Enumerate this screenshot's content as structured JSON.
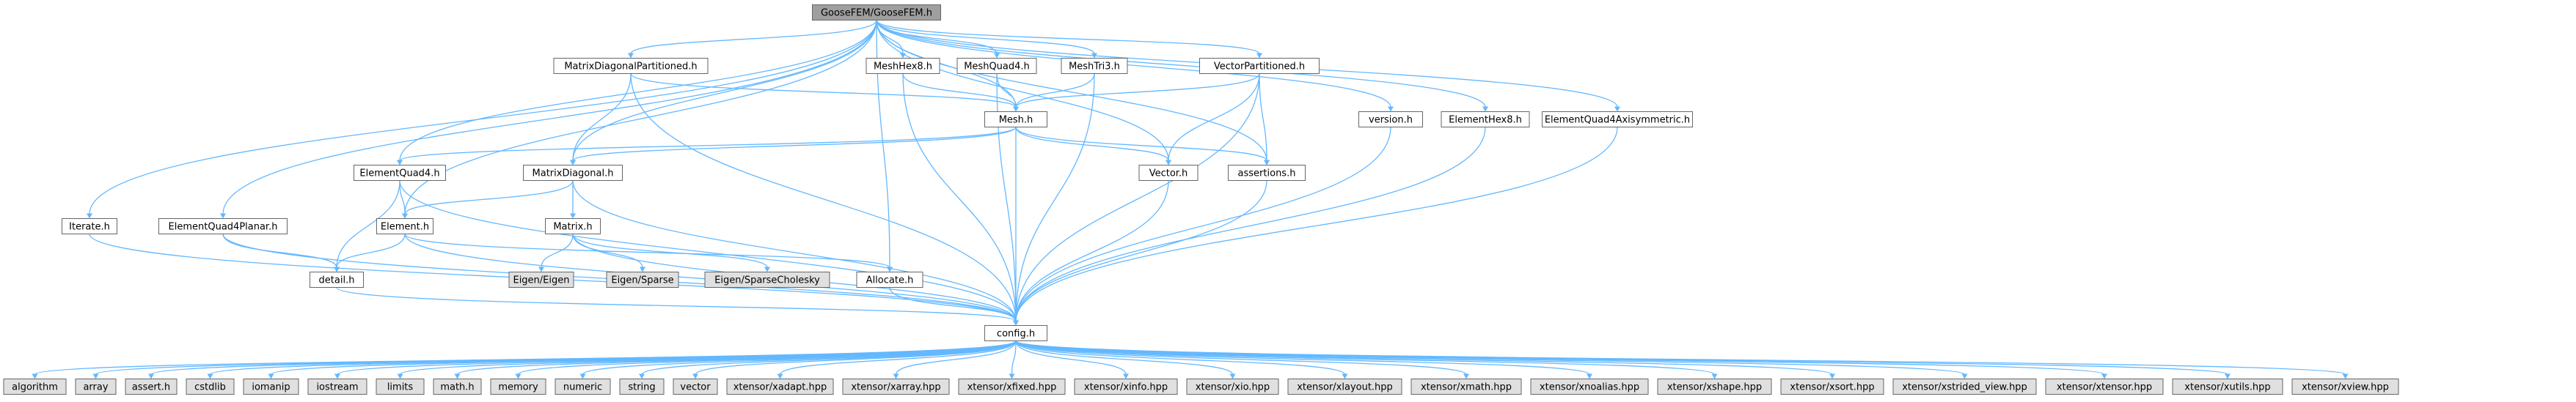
{
  "colors": {
    "edge": "#63b8ff",
    "node_fill": "#ffffff",
    "external_fill": "#e0e0e0",
    "root_fill": "#9f9f9f",
    "node_border": "#666666"
  },
  "nodes": [
    {
      "id": "root",
      "label": "GooseFEM/GooseFEM.h",
      "kind": "root"
    },
    {
      "id": "mdp",
      "label": "MatrixDiagonalPartitioned.h",
      "kind": "file"
    },
    {
      "id": "meshhex8",
      "label": "MeshHex8.h",
      "kind": "file"
    },
    {
      "id": "meshquad4",
      "label": "MeshQuad4.h",
      "kind": "file"
    },
    {
      "id": "meshtri3",
      "label": "MeshTri3.h",
      "kind": "file"
    },
    {
      "id": "vp",
      "label": "VectorPartitioned.h",
      "kind": "file"
    },
    {
      "id": "mesh",
      "label": "Mesh.h",
      "kind": "file"
    },
    {
      "id": "version",
      "label": "version.h",
      "kind": "file"
    },
    {
      "id": "elhex8",
      "label": "ElementHex8.h",
      "kind": "file"
    },
    {
      "id": "elq4axi",
      "label": "ElementQuad4Axisymmetric.h",
      "kind": "file"
    },
    {
      "id": "elquad4",
      "label": "ElementQuad4.h",
      "kind": "file"
    },
    {
      "id": "matdiag",
      "label": "MatrixDiagonal.h",
      "kind": "file"
    },
    {
      "id": "vector",
      "label": "Vector.h",
      "kind": "file"
    },
    {
      "id": "assertions",
      "label": "assertions.h",
      "kind": "file"
    },
    {
      "id": "iterate",
      "label": "Iterate.h",
      "kind": "file"
    },
    {
      "id": "elq4planar",
      "label": "ElementQuad4Planar.h",
      "kind": "file"
    },
    {
      "id": "element",
      "label": "Element.h",
      "kind": "file"
    },
    {
      "id": "matrix",
      "label": "Matrix.h",
      "kind": "file"
    },
    {
      "id": "detail",
      "label": "detail.h",
      "kind": "file"
    },
    {
      "id": "eigen",
      "label": "Eigen/Eigen",
      "kind": "external"
    },
    {
      "id": "eigsparse",
      "label": "Eigen/Sparse",
      "kind": "external"
    },
    {
      "id": "eigchol",
      "label": "Eigen/SparseCholesky",
      "kind": "external"
    },
    {
      "id": "allocate",
      "label": "Allocate.h",
      "kind": "file"
    },
    {
      "id": "config",
      "label": "config.h",
      "kind": "file"
    },
    {
      "id": "algorithm",
      "label": "algorithm",
      "kind": "external"
    },
    {
      "id": "array",
      "label": "array",
      "kind": "external"
    },
    {
      "id": "assert",
      "label": "assert.h",
      "kind": "external"
    },
    {
      "id": "cstdlib",
      "label": "cstdlib",
      "kind": "external"
    },
    {
      "id": "iomanip",
      "label": "iomanip",
      "kind": "external"
    },
    {
      "id": "iostream",
      "label": "iostream",
      "kind": "external"
    },
    {
      "id": "limits",
      "label": "limits",
      "kind": "external"
    },
    {
      "id": "math",
      "label": "math.h",
      "kind": "external"
    },
    {
      "id": "memory",
      "label": "memory",
      "kind": "external"
    },
    {
      "id": "numeric",
      "label": "numeric",
      "kind": "external"
    },
    {
      "id": "string",
      "label": "string",
      "kind": "external"
    },
    {
      "id": "vectorstd",
      "label": "vector",
      "kind": "external"
    },
    {
      "id": "xadapt",
      "label": "xtensor/xadapt.hpp",
      "kind": "external"
    },
    {
      "id": "xarray",
      "label": "xtensor/xarray.hpp",
      "kind": "external"
    },
    {
      "id": "xfixed",
      "label": "xtensor/xfixed.hpp",
      "kind": "external"
    },
    {
      "id": "xinfo",
      "label": "xtensor/xinfo.hpp",
      "kind": "external"
    },
    {
      "id": "xio",
      "label": "xtensor/xio.hpp",
      "kind": "external"
    },
    {
      "id": "xlayout",
      "label": "xtensor/xlayout.hpp",
      "kind": "external"
    },
    {
      "id": "xmath",
      "label": "xtensor/xmath.hpp",
      "kind": "external"
    },
    {
      "id": "xnoalias",
      "label": "xtensor/xnoalias.hpp",
      "kind": "external"
    },
    {
      "id": "xshape",
      "label": "xtensor/xshape.hpp",
      "kind": "external"
    },
    {
      "id": "xsort",
      "label": "xtensor/xsort.hpp",
      "kind": "external"
    },
    {
      "id": "xstrided",
      "label": "xtensor/xstrided_view.hpp",
      "kind": "external"
    },
    {
      "id": "xtensor",
      "label": "xtensor/xtensor.hpp",
      "kind": "external"
    },
    {
      "id": "xutils",
      "label": "xtensor/xutils.hpp",
      "kind": "external"
    },
    {
      "id": "xview",
      "label": "xtensor/xview.hpp",
      "kind": "external"
    }
  ],
  "edges": [
    [
      "root",
      "mdp"
    ],
    [
      "root",
      "meshhex8"
    ],
    [
      "root",
      "meshquad4"
    ],
    [
      "root",
      "meshtri3"
    ],
    [
      "root",
      "vp"
    ],
    [
      "root",
      "mesh"
    ],
    [
      "root",
      "version"
    ],
    [
      "root",
      "elhex8"
    ],
    [
      "root",
      "elq4axi"
    ],
    [
      "root",
      "elquad4"
    ],
    [
      "root",
      "matdiag"
    ],
    [
      "root",
      "vector"
    ],
    [
      "root",
      "assertions"
    ],
    [
      "root",
      "iterate"
    ],
    [
      "root",
      "elq4planar"
    ],
    [
      "root",
      "element"
    ],
    [
      "root",
      "allocate"
    ],
    [
      "mdp",
      "mesh"
    ],
    [
      "mdp",
      "matdiag"
    ],
    [
      "mdp",
      "config"
    ],
    [
      "meshhex8",
      "mesh"
    ],
    [
      "meshhex8",
      "config"
    ],
    [
      "meshquad4",
      "mesh"
    ],
    [
      "meshquad4",
      "config"
    ],
    [
      "meshtri3",
      "mesh"
    ],
    [
      "meshtri3",
      "config"
    ],
    [
      "vp",
      "mesh"
    ],
    [
      "vp",
      "vector"
    ],
    [
      "vp",
      "assertions"
    ],
    [
      "vp",
      "config"
    ],
    [
      "mesh",
      "elquad4"
    ],
    [
      "mesh",
      "matdiag"
    ],
    [
      "mesh",
      "vector"
    ],
    [
      "mesh",
      "assertions"
    ],
    [
      "mesh",
      "config"
    ],
    [
      "version",
      "config"
    ],
    [
      "elhex8",
      "config"
    ],
    [
      "elq4axi",
      "config"
    ],
    [
      "elquad4",
      "element"
    ],
    [
      "elquad4",
      "detail"
    ],
    [
      "elquad4",
      "config"
    ],
    [
      "matdiag",
      "element"
    ],
    [
      "matdiag",
      "matrix"
    ],
    [
      "matdiag",
      "config"
    ],
    [
      "vector",
      "config"
    ],
    [
      "assertions",
      "config"
    ],
    [
      "iterate",
      "config"
    ],
    [
      "elq4planar",
      "detail"
    ],
    [
      "elq4planar",
      "config"
    ],
    [
      "element",
      "detail"
    ],
    [
      "element",
      "allocate"
    ],
    [
      "element",
      "config"
    ],
    [
      "matrix",
      "eigen"
    ],
    [
      "matrix",
      "eigsparse"
    ],
    [
      "matrix",
      "eigchol"
    ],
    [
      "matrix",
      "config"
    ],
    [
      "detail",
      "config"
    ],
    [
      "allocate",
      "config"
    ],
    [
      "config",
      "algorithm"
    ],
    [
      "config",
      "array"
    ],
    [
      "config",
      "assert"
    ],
    [
      "config",
      "cstdlib"
    ],
    [
      "config",
      "iomanip"
    ],
    [
      "config",
      "iostream"
    ],
    [
      "config",
      "limits"
    ],
    [
      "config",
      "math"
    ],
    [
      "config",
      "memory"
    ],
    [
      "config",
      "numeric"
    ],
    [
      "config",
      "string"
    ],
    [
      "config",
      "vectorstd"
    ],
    [
      "config",
      "xadapt"
    ],
    [
      "config",
      "xarray"
    ],
    [
      "config",
      "xfixed"
    ],
    [
      "config",
      "xinfo"
    ],
    [
      "config",
      "xio"
    ],
    [
      "config",
      "xlayout"
    ],
    [
      "config",
      "xmath"
    ],
    [
      "config",
      "xnoalias"
    ],
    [
      "config",
      "xshape"
    ],
    [
      "config",
      "xsort"
    ],
    [
      "config",
      "xstrided"
    ],
    [
      "config",
      "xtensor"
    ],
    [
      "config",
      "xutils"
    ],
    [
      "config",
      "xview"
    ]
  ]
}
